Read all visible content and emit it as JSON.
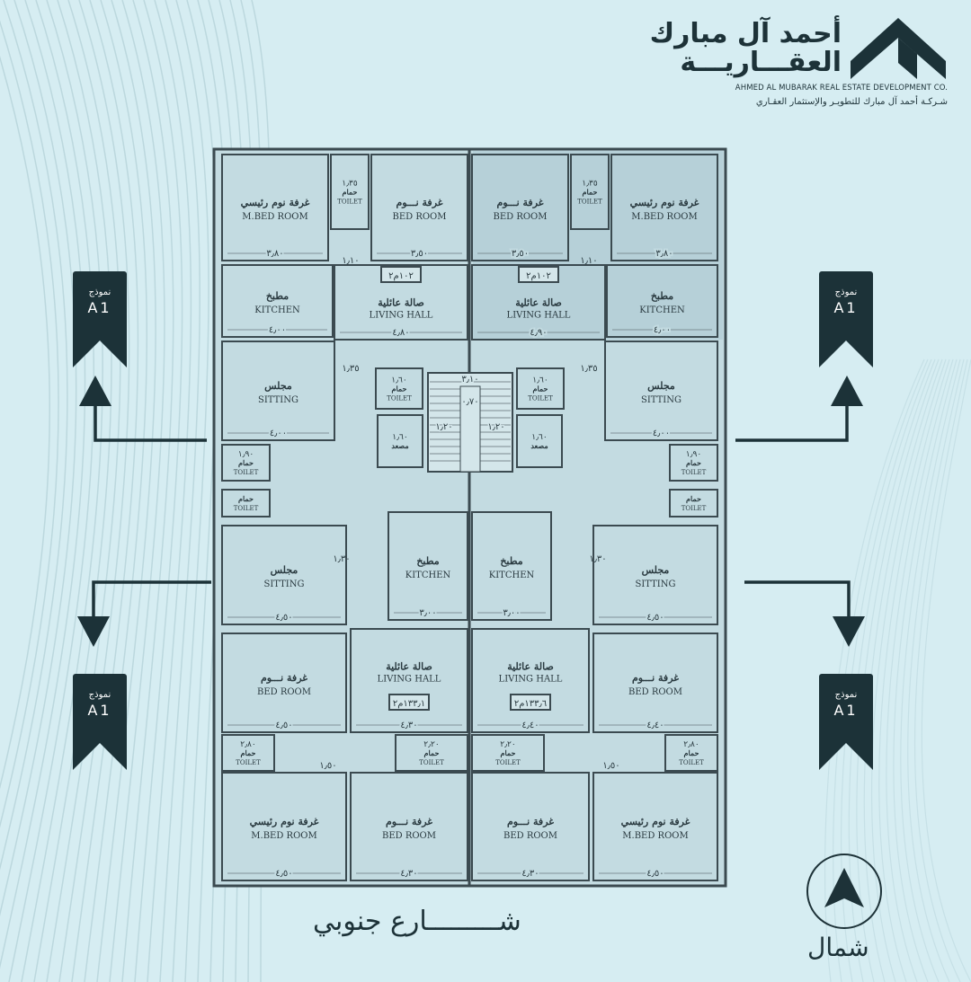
{
  "logo": {
    "name_ar_line1": "أحمد آل مبارك",
    "name_ar_line2": "العقـــاريـــة",
    "name_en": "AHMED AL MUBARAK REAL ESTATE DEVELOPMENT CO.",
    "name_ar_full": "شـركـة أحمد آل مبارك للتطويـر والإستثمار العقـاري"
  },
  "colors": {
    "background": "#d6edf2",
    "dark": "#1c3238",
    "plan_fill": "#c3dbe1",
    "wall": "#3b4a50"
  },
  "unit_markers": [
    {
      "label_ar": "نموذج",
      "code": "A1",
      "arrow": "up"
    },
    {
      "label_ar": "نموذج",
      "code": "A1",
      "arrow": "up"
    },
    {
      "label_ar": "نموذج",
      "code": "A1",
      "arrow": "down"
    },
    {
      "label_ar": "نموذج",
      "code": "A1",
      "arrow": "down"
    }
  ],
  "rooms": [
    {
      "ar": "غرفة نوم رئيسي",
      "en": "M.BED ROOM",
      "dim": "٣٫٨٠"
    },
    {
      "ar": "حمام",
      "en": "TOILET",
      "dim": "١٫٣٥"
    },
    {
      "ar": "غرفة نـــوم",
      "en": "BED ROOM",
      "dim": "٣٫٥٠"
    },
    {
      "ar": "مطبخ",
      "en": "KITCHEN",
      "dim": "٤٫٠٠"
    },
    {
      "ar": "صالة عائلية",
      "en": "LIVING HALL",
      "dim": "٤٫٨٠",
      "area": "١٠٢م٢"
    },
    {
      "ar": "مجلس",
      "en": "SITTING",
      "dim": "٤٫٠٠"
    },
    {
      "ar": "حمام",
      "en": "TOILET",
      "dim": "١٫٩٠"
    },
    {
      "ar": "حمام",
      "en": "TOILET",
      "dim": ""
    },
    {
      "ar": "حمام",
      "en": "TOILET",
      "dim": "١٫٦٠"
    },
    {
      "ar": "مصعد",
      "en": "",
      "dim": "١٫٦٠"
    },
    {
      "ar": "غرفة نوم رئيسي",
      "en": "M.BED ROOM",
      "dim": "٣٫٨٠"
    },
    {
      "ar": "حمام",
      "en": "TOILET",
      "dim": "١٫٣٥"
    },
    {
      "ar": "غرفة نـــوم",
      "en": "BED ROOM",
      "dim": "٣٫٥٠"
    },
    {
      "ar": "مطبخ",
      "en": "KITCHEN",
      "dim": "٤٫٠٠"
    },
    {
      "ar": "صالة عائلية",
      "en": "LIVING HALL",
      "dim": "٤٫٩٠",
      "area": "١٠٢م٢"
    },
    {
      "ar": "مجلس",
      "en": "SITTING",
      "dim": "٤٫٠٠"
    },
    {
      "ar": "حمام",
      "en": "TOILET",
      "dim": "١٫٩٠"
    },
    {
      "ar": "حمام",
      "en": "TOILET",
      "dim": ""
    },
    {
      "ar": "حمام",
      "en": "TOILET",
      "dim": "١٫٦٠"
    },
    {
      "ar": "مصعد",
      "en": "",
      "dim": "١٫٦٠"
    },
    {
      "ar": "مجلس",
      "en": "SITTING",
      "dim": "٤٫٥٠"
    },
    {
      "ar": "مطبخ",
      "en": "KITCHEN",
      "dim": "٣٫٠٠"
    },
    {
      "ar": "غرفة نـــوم",
      "en": "BED ROOM",
      "dim": "٤٫٥٠"
    },
    {
      "ar": "صالة عائلية",
      "en": "LIVING HALL",
      "dim": "٤٫٣٠",
      "area": "١٣٣٫١م٢"
    },
    {
      "ar": "حمام",
      "en": "TOILET",
      "dim": "٢٫٨٠"
    },
    {
      "ar": "حمام",
      "en": "TOILET",
      "dim": "٢٫٢٠"
    },
    {
      "ar": "غرفة نوم رئيسي",
      "en": "M.BED ROOM",
      "dim": "٤٫٥٠"
    },
    {
      "ar": "غرفة نـــوم",
      "en": "BED ROOM",
      "dim": "٤٫٣٠"
    },
    {
      "ar": "مجلس",
      "en": "SITTING",
      "dim": "٤٫٥٠"
    },
    {
      "ar": "مطبخ",
      "en": "KITCHEN",
      "dim": "٣٫٠٠"
    },
    {
      "ar": "غرفة نـــوم",
      "en": "BED ROOM",
      "dim": "٤٫٤٠"
    },
    {
      "ar": "صالة عائلية",
      "en": "LIVING HALL",
      "dim": "٤٫٤٠",
      "area": "١٣٣٫٦م٢"
    },
    {
      "ar": "حمام",
      "en": "TOILET",
      "dim": "٢٫٨٠"
    },
    {
      "ar": "حمام",
      "en": "TOILET",
      "dim": "٢٫٢٠"
    },
    {
      "ar": "غرفة نوم رئيسي",
      "en": "M.BED ROOM",
      "dim": "٤٫٥٠"
    },
    {
      "ar": "غرفة نـــوم",
      "en": "BED ROOM",
      "dim": "٤٫٣٠"
    }
  ],
  "stair_dims": [
    "٣٫١٠",
    "١٫٢٠",
    "٠٫٧٠",
    "١٫٢٠"
  ],
  "corridor_dims": [
    "١٫١٠",
    "١٫١٠",
    "١٫٣٥",
    "١٫٣٥",
    "١٫٣٠",
    "١٫٣٠",
    "١٫٥٠",
    "١٫٥٠"
  ],
  "street_label": "شـــــــــارع جنوبي",
  "north_label": "شمال"
}
